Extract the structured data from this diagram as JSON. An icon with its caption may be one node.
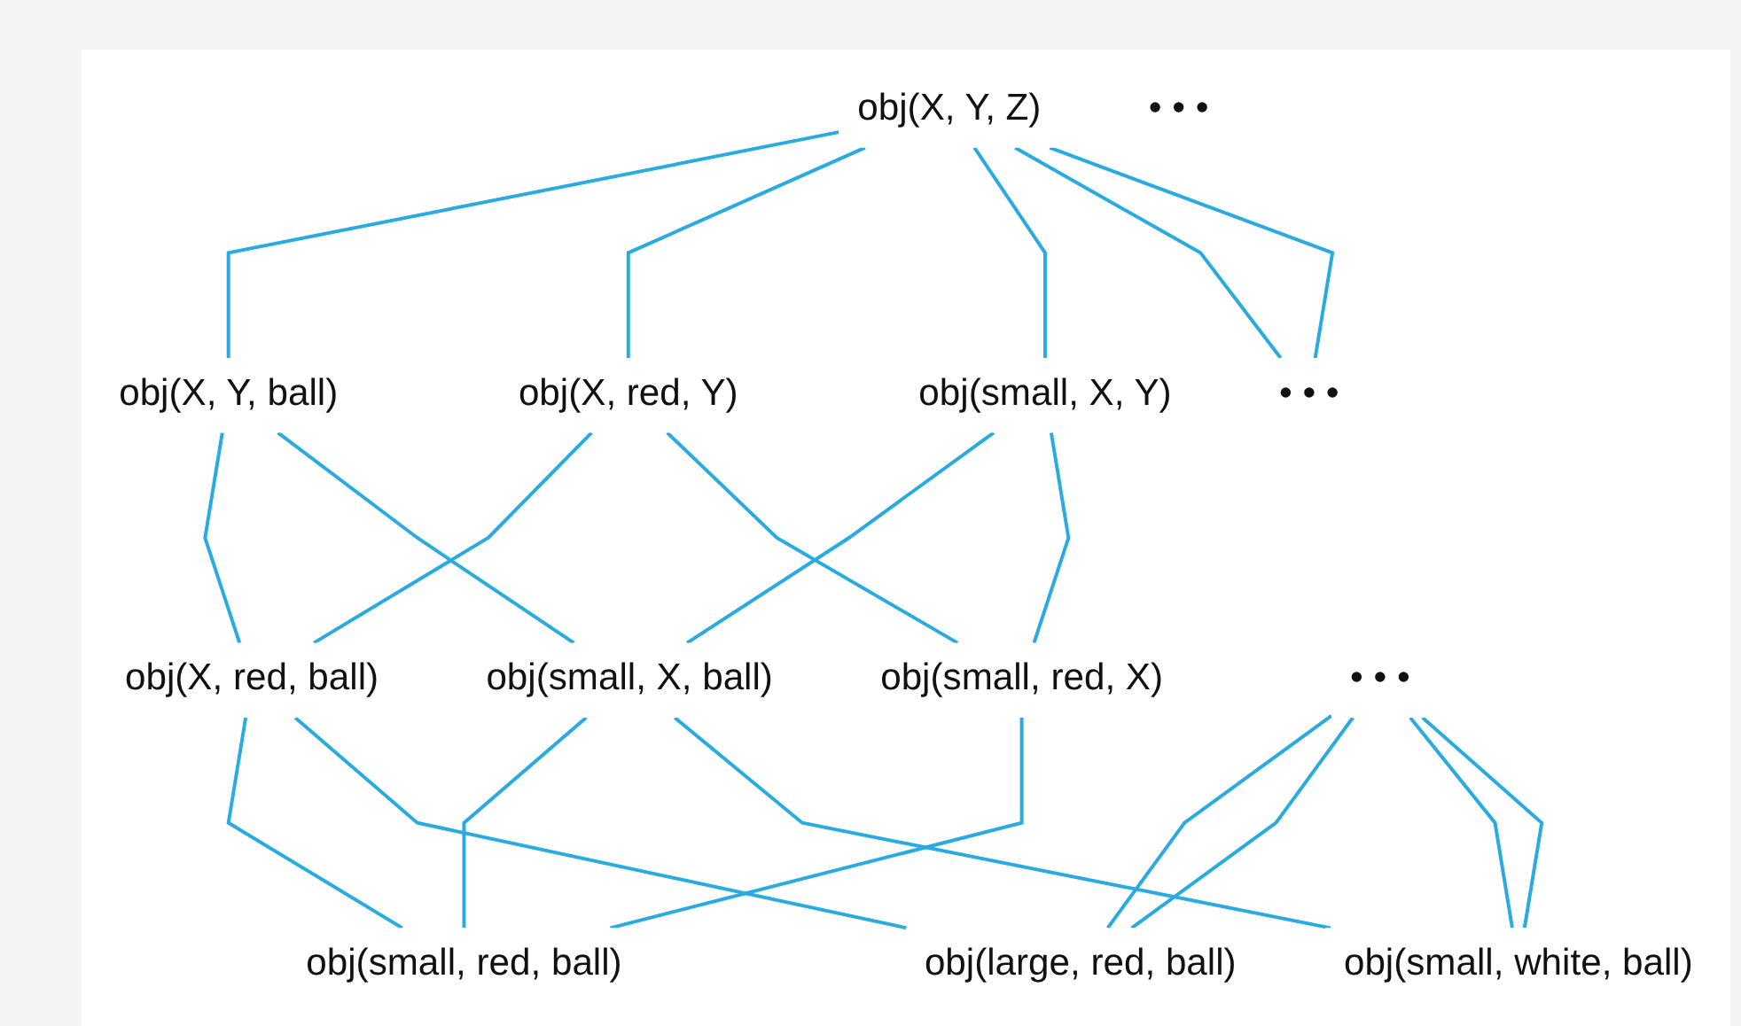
{
  "diagram": {
    "nodes": [
      {
        "text": [
          "obj(X, Y, Z)"
        ]
      },
      {
        "text": [
          "obj(X, Y, ball)"
        ]
      },
      {
        "text": [
          "obj(X, red, Y)"
        ]
      },
      {
        "text": [
          "obj(small, X, Y)"
        ]
      },
      {
        "text": [
          "• • •"
        ]
      },
      {
        "text": [
          "obj(X, red, ball)"
        ]
      },
      {
        "text": [
          "obj(small, X, ball)"
        ]
      },
      {
        "text": [
          "obj(small, red, X)"
        ]
      },
      {
        "text": [
          "• • •"
        ]
      },
      {
        "text": [
          "obj(small, red, ball)"
        ]
      },
      {
        "text": [
          "obj(large, red, ball)"
        ]
      },
      {
        "text": [
          "obj(small, white, ball)"
        ]
      },
      {
        "text": [
          "• • •"
        ]
      }
    ],
    "edges": [
      {
        "from": 0,
        "to": 1,
        "arrow": "none"
      },
      {
        "from": 0,
        "to": 2,
        "arrow": "none"
      },
      {
        "from": 0,
        "to": 3,
        "arrow": "none"
      },
      {
        "from": 0,
        "to": 4,
        "arrow": "none"
      },
      {
        "from": 0,
        "to": 4,
        "arrow": "none"
      },
      {
        "from": 1,
        "to": 5,
        "arrow": "none"
      },
      {
        "from": 1,
        "to": 6,
        "arrow": "none"
      },
      {
        "from": 2,
        "to": 5,
        "arrow": "none"
      },
      {
        "from": 2,
        "to": 7,
        "arrow": "none"
      },
      {
        "from": 3,
        "to": 6,
        "arrow": "none"
      },
      {
        "from": 3,
        "to": 7,
        "arrow": "none"
      },
      {
        "from": 5,
        "to": 9,
        "arrow": "none"
      },
      {
        "from": 5,
        "to": 10,
        "arrow": "none"
      },
      {
        "from": 6,
        "to": 9,
        "arrow": "none"
      },
      {
        "from": 6,
        "to": 11,
        "arrow": "none"
      },
      {
        "from": 7,
        "to": 9,
        "arrow": "none"
      },
      {
        "from": 8,
        "to": 10,
        "arrow": "none"
      },
      {
        "from": 8,
        "to": 10,
        "arrow": "none"
      },
      {
        "from": 8,
        "to": 11,
        "arrow": "none"
      },
      {
        "from": 8,
        "to": 11,
        "arrow": "none"
      }
    ]
  }
}
